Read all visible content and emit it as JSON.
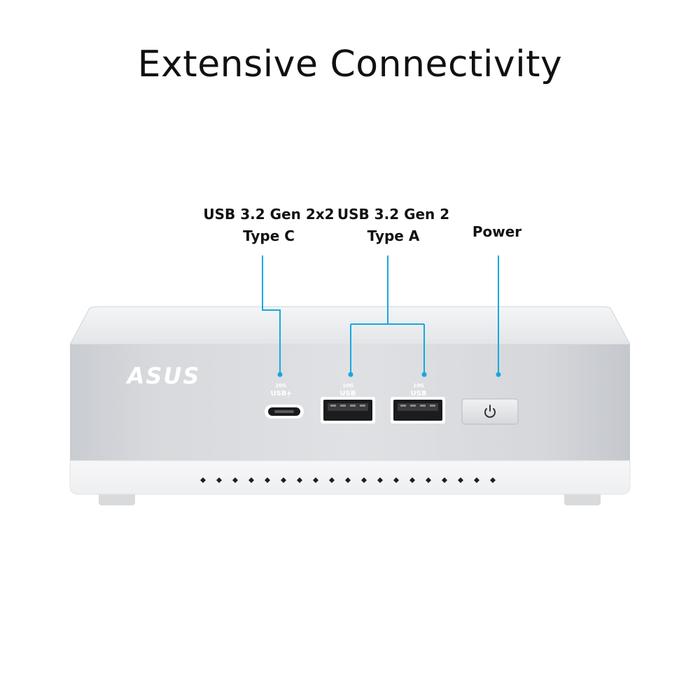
{
  "title": "Extensive Connectivity",
  "brand": "ASUS",
  "accent_color": "#19a7dc",
  "callouts": [
    {
      "id": "usb-c",
      "line1": "USB 3.2 Gen 2x2",
      "line2": "Type C"
    },
    {
      "id": "usb-a",
      "line1": "USB 3.2 Gen 2",
      "line2": "Type A"
    },
    {
      "id": "power",
      "line1": "Power"
    }
  ],
  "ports": {
    "usb_c": {
      "speed": "20G",
      "logo": "USB",
      "icon": "lightning-bolt-icon"
    },
    "usb_a_1": {
      "speed": "10G",
      "logo": "USB"
    },
    "usb_a_2": {
      "speed": "10G",
      "logo": "USB"
    },
    "power_button": {
      "icon": "power-icon"
    }
  }
}
